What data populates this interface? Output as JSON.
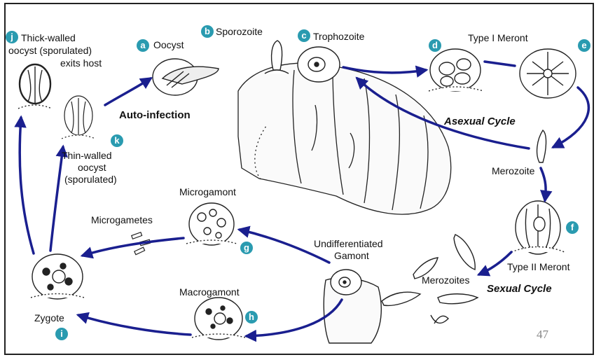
{
  "colors": {
    "arrow": "#1a1f8f",
    "badge": "#2a9bb0",
    "cell_stroke": "#222222"
  },
  "stages": {
    "a": {
      "letter": "a",
      "label": "Oocyst"
    },
    "b": {
      "letter": "b",
      "label": "Sporozoite"
    },
    "c": {
      "letter": "c",
      "label": "Trophozoite"
    },
    "d": {
      "letter": "d",
      "label": "Type I Meront"
    },
    "e": {
      "letter": "e"
    },
    "f": {
      "letter": "f",
      "label": "Type II Meront"
    },
    "g": {
      "letter": "g",
      "label": "Microgamont"
    },
    "h": {
      "letter": "h",
      "label": "Macrogamont"
    },
    "i": {
      "letter": "i",
      "label": "Zygote"
    },
    "j": {
      "letter": "j",
      "line1": "Thick-walled",
      "line2": "oocyst (sporulated)",
      "line3": "exits host"
    },
    "k": {
      "letter": "k",
      "line1": "Thin-walled",
      "line2": "oocyst",
      "line3": "(sporulated)"
    }
  },
  "labels": {
    "merozoite": "Merozoite",
    "merozoites": "Merozoites",
    "microgametes": "Microgametes",
    "undiff_line1": "Undifferentiated",
    "undiff_line2": "Gamont"
  },
  "cycles": {
    "auto_infection": "Auto-infection",
    "asexual": "Asexual Cycle",
    "sexual": "Sexual Cycle"
  },
  "page_number": "47"
}
